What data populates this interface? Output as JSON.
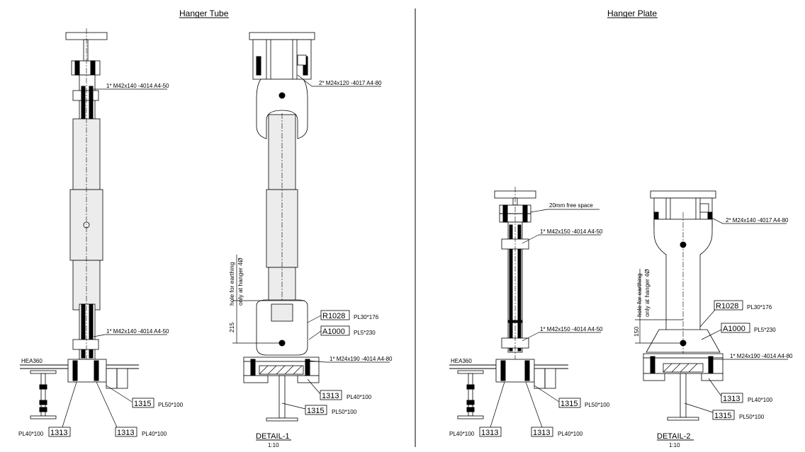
{
  "titles": {
    "left": "Hanger Tube",
    "right": "Hanger Plate"
  },
  "details": {
    "d1": {
      "name": "DETAIL-1",
      "scale": "1:10"
    },
    "d2": {
      "name": "DETAIL-2",
      "scale": "1:10"
    }
  },
  "tube_side": {
    "bolt_top": "1* M42x140 -4014  A4-50",
    "bolt_bottom": "1* M42x140 -4014  A4-50",
    "beam": "HEA360",
    "tag_a": "1315",
    "tag_a_desc": "PL50*100",
    "tag_b": "1313",
    "tag_b_desc": "PL40*100",
    "tag_c": "1313",
    "tag_c_desc": "PL40*100"
  },
  "detail1": {
    "bolt_top": "2* M24x120 -4017  A4-80",
    "hole_note_1": "hole for earthing",
    "hole_note_2": "only at hanger 4Ø",
    "dim": "215",
    "tag_r": "R1028",
    "tag_r_desc": "PL30*176",
    "tag_a": "A1000",
    "tag_a_desc": "PL5*230",
    "bolt_bottom": "1* M24x190 -4014  A4-80",
    "tag_1313": "1313",
    "tag_1313_desc": "PL40*100",
    "tag_1315": "1315",
    "tag_1315_desc": "PL50*100"
  },
  "plate_side": {
    "free_space": "20mm free space",
    "bolt_top": "1* M42x150 -4014  A4-50",
    "bolt_bottom": "1* M42x150 -4014  A4-50",
    "beam": "HEA360",
    "tag_a": "1315",
    "tag_a_desc": "PL50*100",
    "tag_b": "1313",
    "tag_b_desc": "PL40*100",
    "tag_c": "1313",
    "tag_c_desc": "PL40*100"
  },
  "detail2": {
    "bolt_top": "2* M24x140 -4017  A4-80",
    "hole_note_1": "hole for earthing",
    "hole_note_2": "only at hanger 4Ø",
    "dim": "150",
    "tag_r": "R1028",
    "tag_r_desc": "PL30*176",
    "tag_a": "A1000",
    "tag_a_desc": "PL5*230",
    "bolt_bottom": "1* M24x190 -4014  A4-80",
    "tag_1313": "1313",
    "tag_1313_desc": "PL40*100",
    "tag_1315": "1315",
    "tag_1315_desc": "PL50*100"
  }
}
